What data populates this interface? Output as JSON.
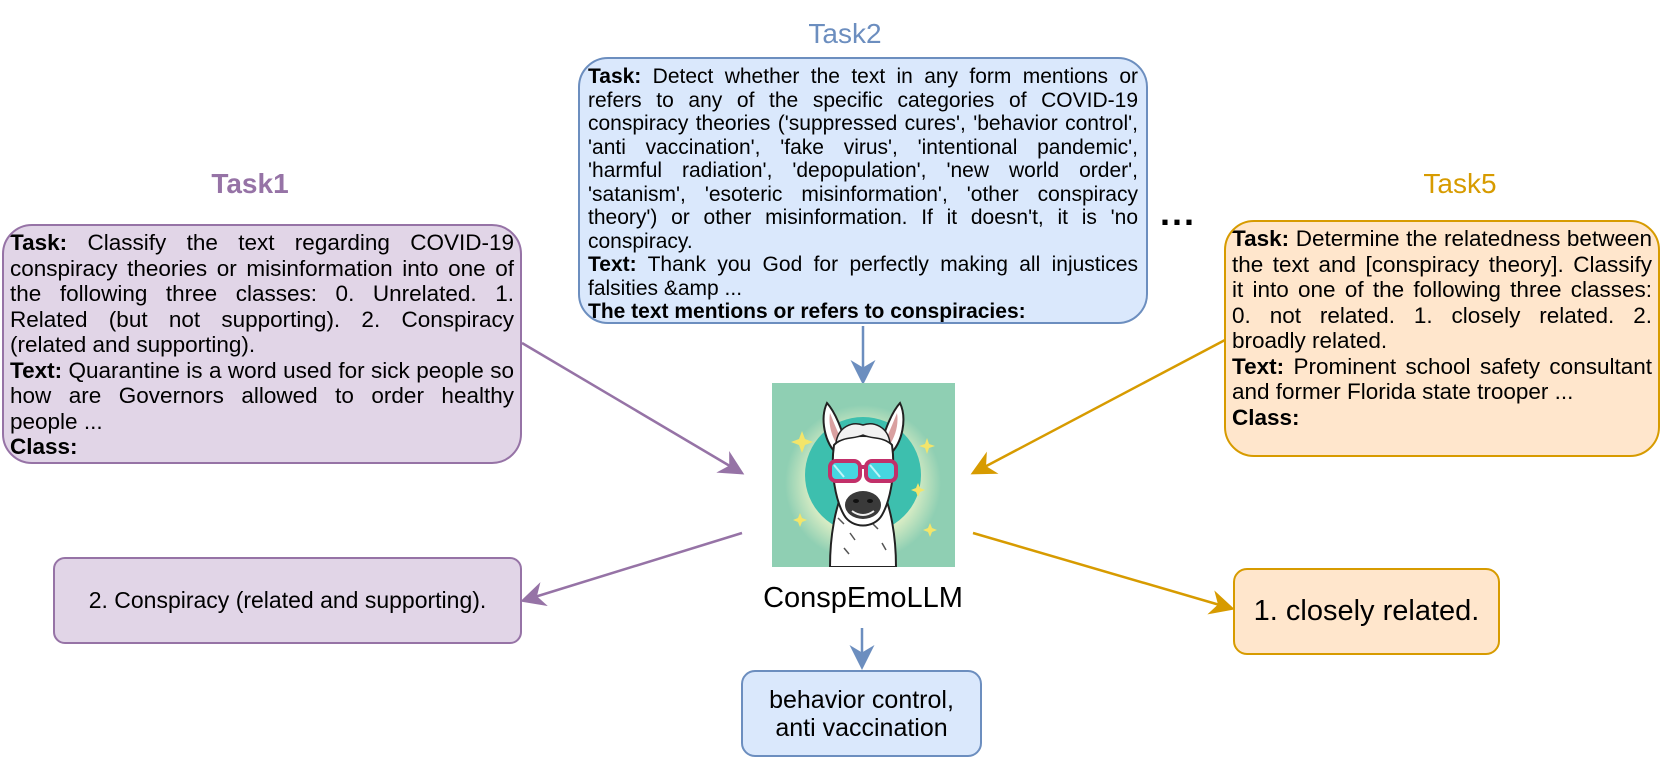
{
  "colors": {
    "purple_fill": "#e1d5e7",
    "purple_stroke": "#9673a6",
    "blue_fill": "#dae8fc",
    "blue_stroke": "#6c8ebf",
    "orange_fill": "#ffe6cc",
    "orange_stroke": "#d79b00"
  },
  "task1": {
    "title": "Task1",
    "task_label": "Task:",
    "task_text": "Classify the text regarding COVID-19 conspiracy theories or misinformation into one of the following three classes: 0. Unrelated. 1. Related (but not supporting). 2. Conspiracy (related and supporting).",
    "text_label": "Text:",
    "text_value": "Quarantine is a word used for sick people so how are Governors allowed to order healthy people ...",
    "class_label": "Class:",
    "output": "2. Conspiracy (related and supporting)."
  },
  "task2": {
    "title": "Task2",
    "task_label": "Task:",
    "task_text": "Detect whether the text in any form mentions or refers to any of the specific categories of COVID-19 conspiracy theories ('suppressed cures', 'behavior control', 'anti vaccination', 'fake virus', 'intentional pandemic', 'harmful radiation', 'depopulation', 'new world order', 'satanism', 'esoteric misinformation', 'other conspiracy theory') or other misinformation. If it doesn't, it is 'no conspiracy.",
    "text_label": "Text:",
    "text_value": "Thank you God for perfectly making all injustices falsities &amp ...",
    "question": "The text mentions or refers to conspiracies:",
    "output_line1": "behavior control,",
    "output_line2": "anti vaccination"
  },
  "task5": {
    "title": "Task5",
    "task_label": "Task:",
    "task_text": "Determine the relatedness between the text and [conspiracy theory]. Classify it into one of the following three classes: 0. not related. 1. closely related. 2. broadly related.",
    "text_label": "Text:",
    "text_value": "Prominent school safety consultant and former Florida state trooper ...",
    "class_label": "Class:",
    "output": "1. closely related."
  },
  "ellipsis": "...",
  "model": {
    "name": "ConspEmoLLM",
    "logo_icon": "llama-with-sunglasses-icon"
  }
}
